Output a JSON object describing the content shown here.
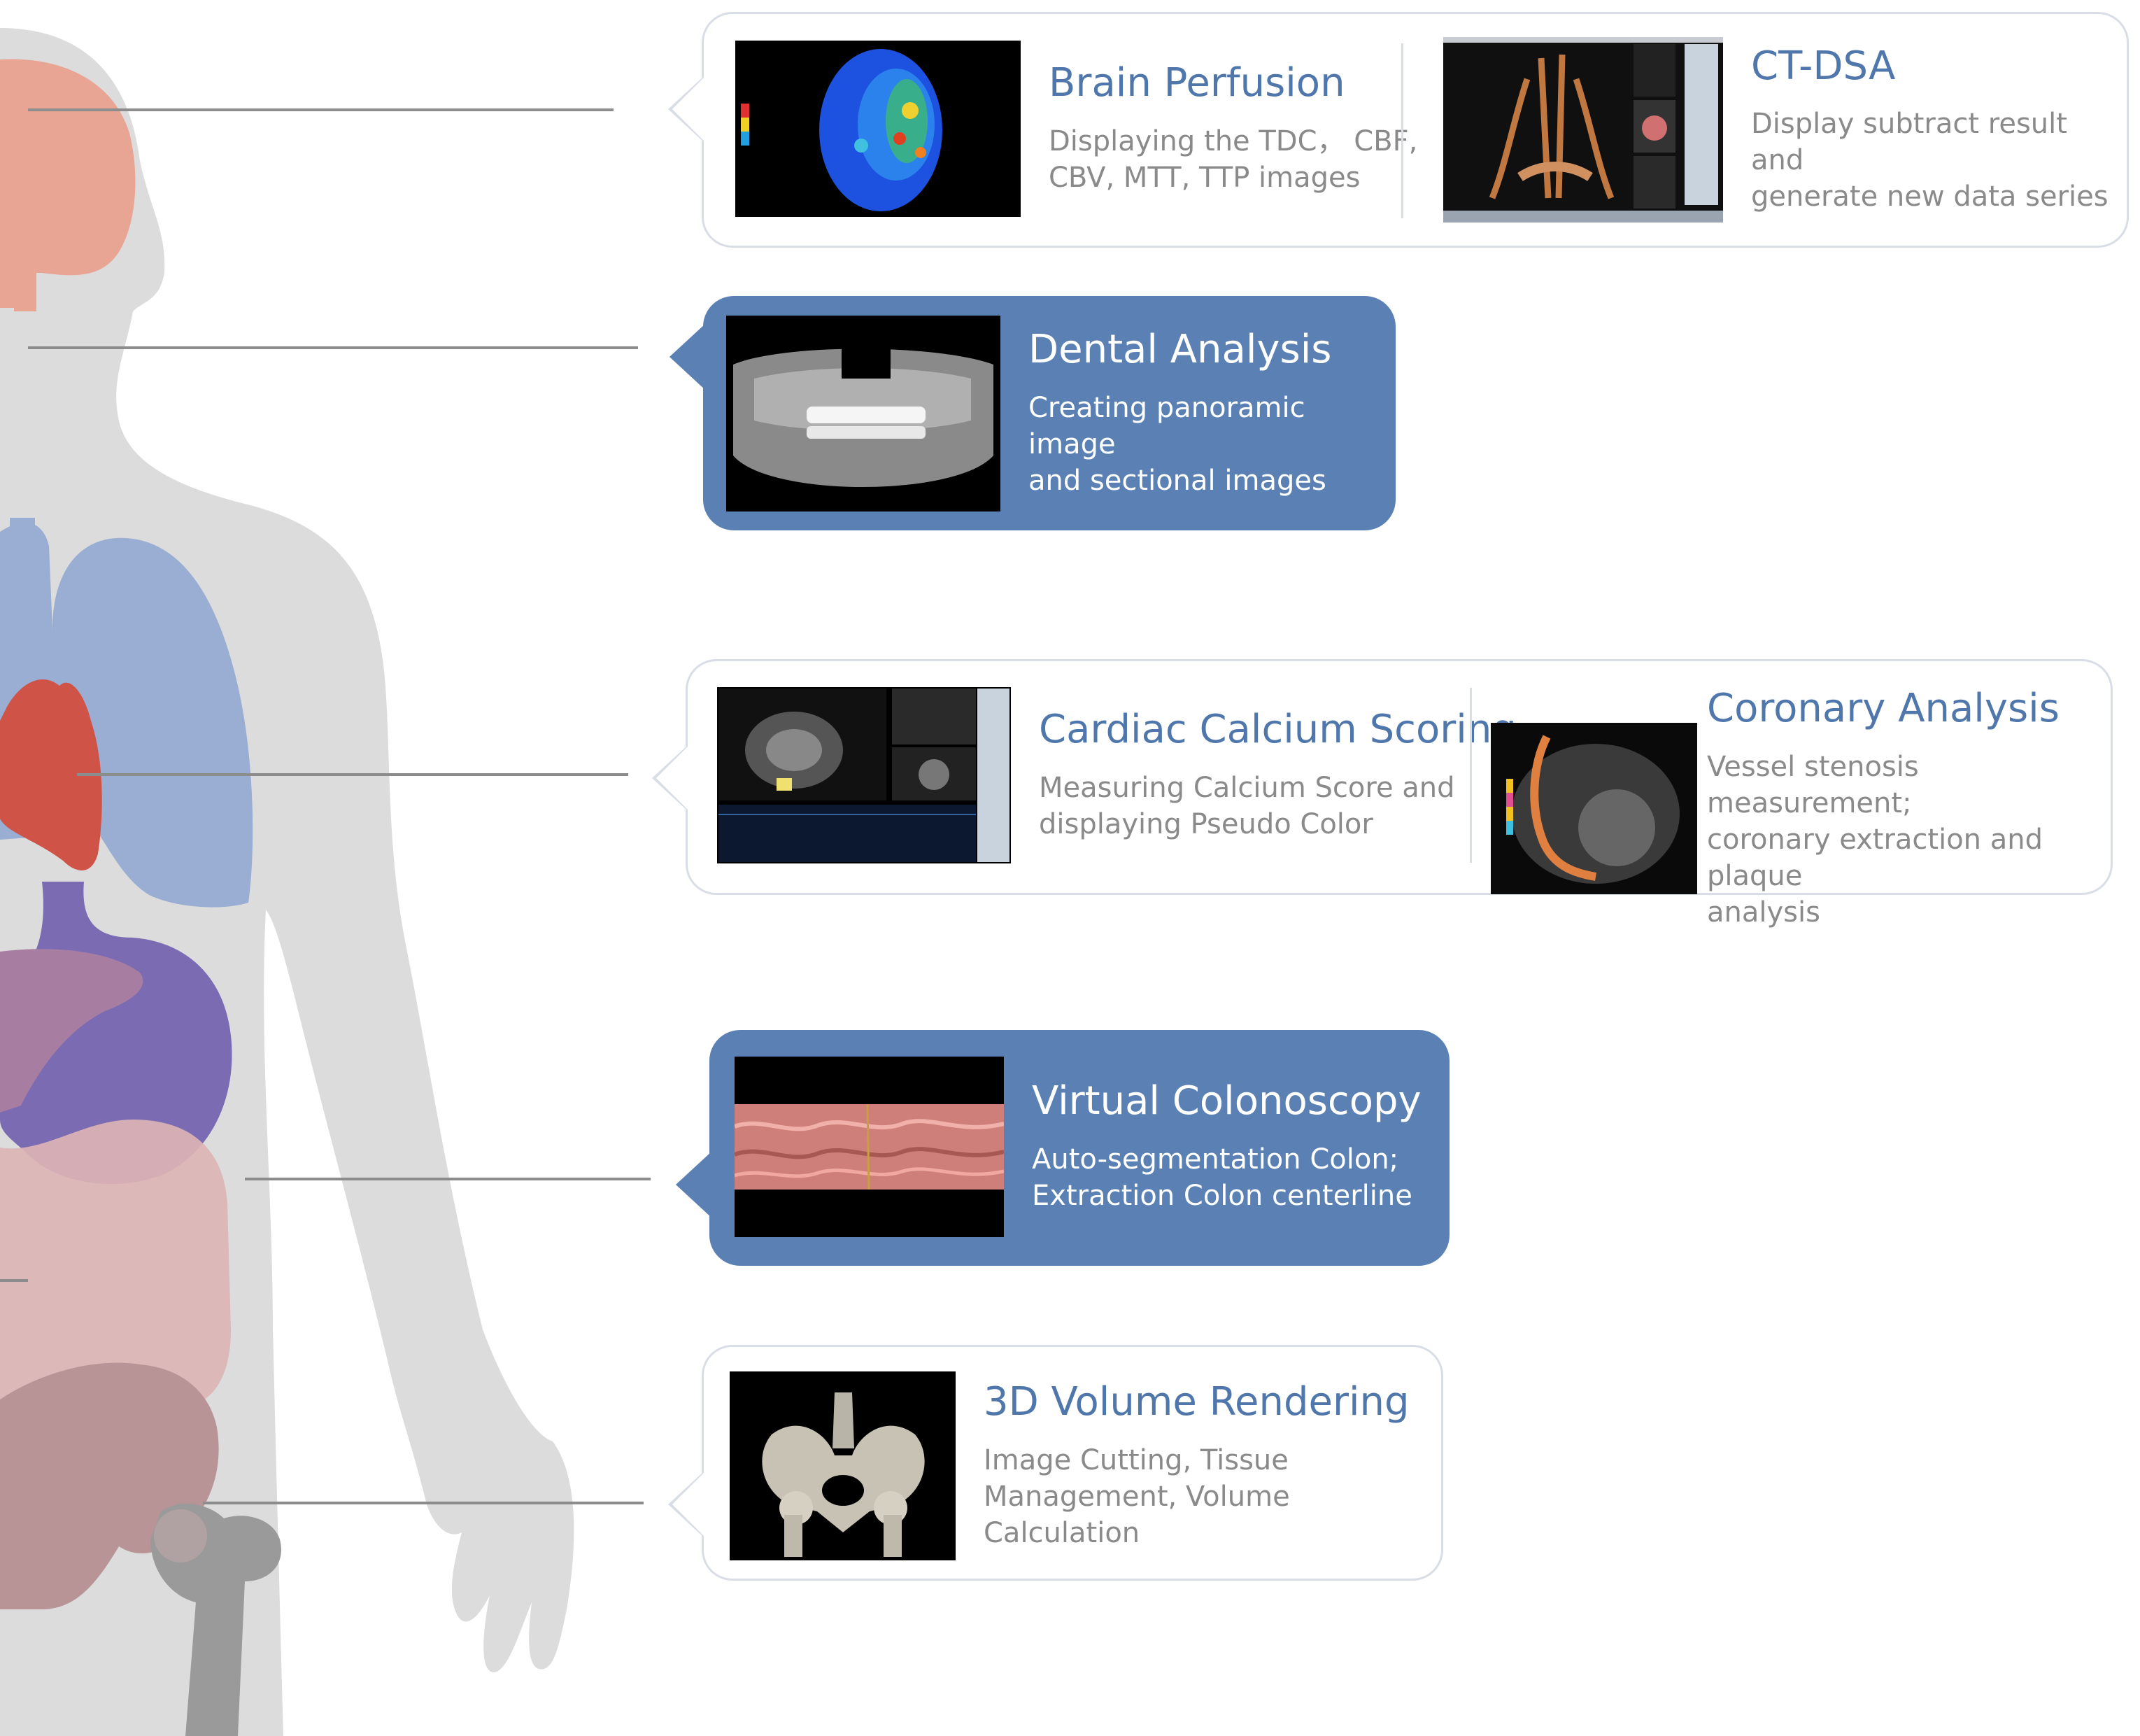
{
  "features": {
    "brain_perfusion": {
      "title": "Brain Perfusion",
      "desc1": "Displaying the TDC， CBF,",
      "desc2": "CBV, MTT, TTP images"
    },
    "ct_dsa": {
      "title": "CT-DSA",
      "desc1": "Display subtract result and",
      "desc2": "generate new data series"
    },
    "dental_analysis": {
      "title": "Dental Analysis",
      "desc1": "Creating panoramic image",
      "desc2": "and sectional images"
    },
    "cardiac_calcium": {
      "title": "Cardiac Calcium Scoring",
      "desc1": "Measuring Calcium Score and",
      "desc2": "displaying Pseudo Color"
    },
    "coronary_analysis": {
      "title": "Coronary Analysis",
      "desc1": "Vessel stenosis measurement;",
      "desc2": "coronary extraction and plaque",
      "desc3": "analysis"
    },
    "virtual_colonoscopy": {
      "title": "Virtual Colonoscopy",
      "desc1": "Auto-segmentation Colon;",
      "desc2": "Extraction Colon centerline"
    },
    "volume_rendering": {
      "title": "3D Volume Rendering",
      "desc1": "Image Cutting, Tissue",
      "desc2": "Management, Volume Calculation"
    }
  },
  "colors": {
    "card_blue": "#5a80b4",
    "title_blue": "#4f77ab",
    "body_silhouette": "#dcdcdd",
    "brain": "#e9a594",
    "lungs": "#9aaed3",
    "heart": "#d05348",
    "stomach": "#7b6bb2",
    "liver": "#a77da2",
    "intestines": "#dcb4b5",
    "pelvis": "#b89496",
    "femur": "#9a9a9b",
    "leader_line": "#8c8c8c"
  }
}
